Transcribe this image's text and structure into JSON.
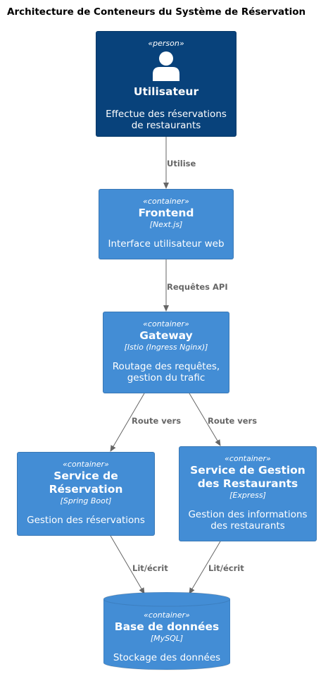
{
  "diagram": {
    "title": "Architecture de Conteneurs du Système de Réservation",
    "nodes": {
      "user": {
        "stereotype": "«person»",
        "name": "Utilisateur",
        "description_line1": "Effectue des réservations",
        "description_line2": "de restaurants",
        "icon": "person-icon"
      },
      "frontend": {
        "stereotype": "«container»",
        "name": "Frontend",
        "technology": "[Next.js]",
        "description": "Interface utilisateur web"
      },
      "gateway": {
        "stereotype": "«container»",
        "name": "Gateway",
        "technology": "[Istio (Ingress Nginx)]",
        "description_line1": "Routage des requêtes,",
        "description_line2": "gestion du trafic"
      },
      "reservation_service": {
        "stereotype": "«container»",
        "name_line1": "Service de",
        "name_line2": "Réservation",
        "technology": "[Spring Boot]",
        "description": "Gestion des réservations"
      },
      "restaurant_service": {
        "stereotype": "«container»",
        "name_line1": "Service de Gestion",
        "name_line2": "des Restaurants",
        "technology": "[Express]",
        "description_line1": "Gestion des informations",
        "description_line2": "des restaurants"
      },
      "database": {
        "stereotype": "«container»",
        "name": "Base de données",
        "technology": "[MySQL]",
        "description": "Stockage des données"
      }
    },
    "edges": {
      "user_frontend": "Utilise",
      "frontend_gateway": "Requêtes API",
      "gateway_reservation": "Route vers",
      "gateway_restaurant": "Route vers",
      "reservation_db": "Lit/écrit",
      "restaurant_db": "Lit/écrit"
    },
    "colors": {
      "person": "#08427b",
      "container": "#438dd5",
      "edge": "#666666"
    }
  }
}
